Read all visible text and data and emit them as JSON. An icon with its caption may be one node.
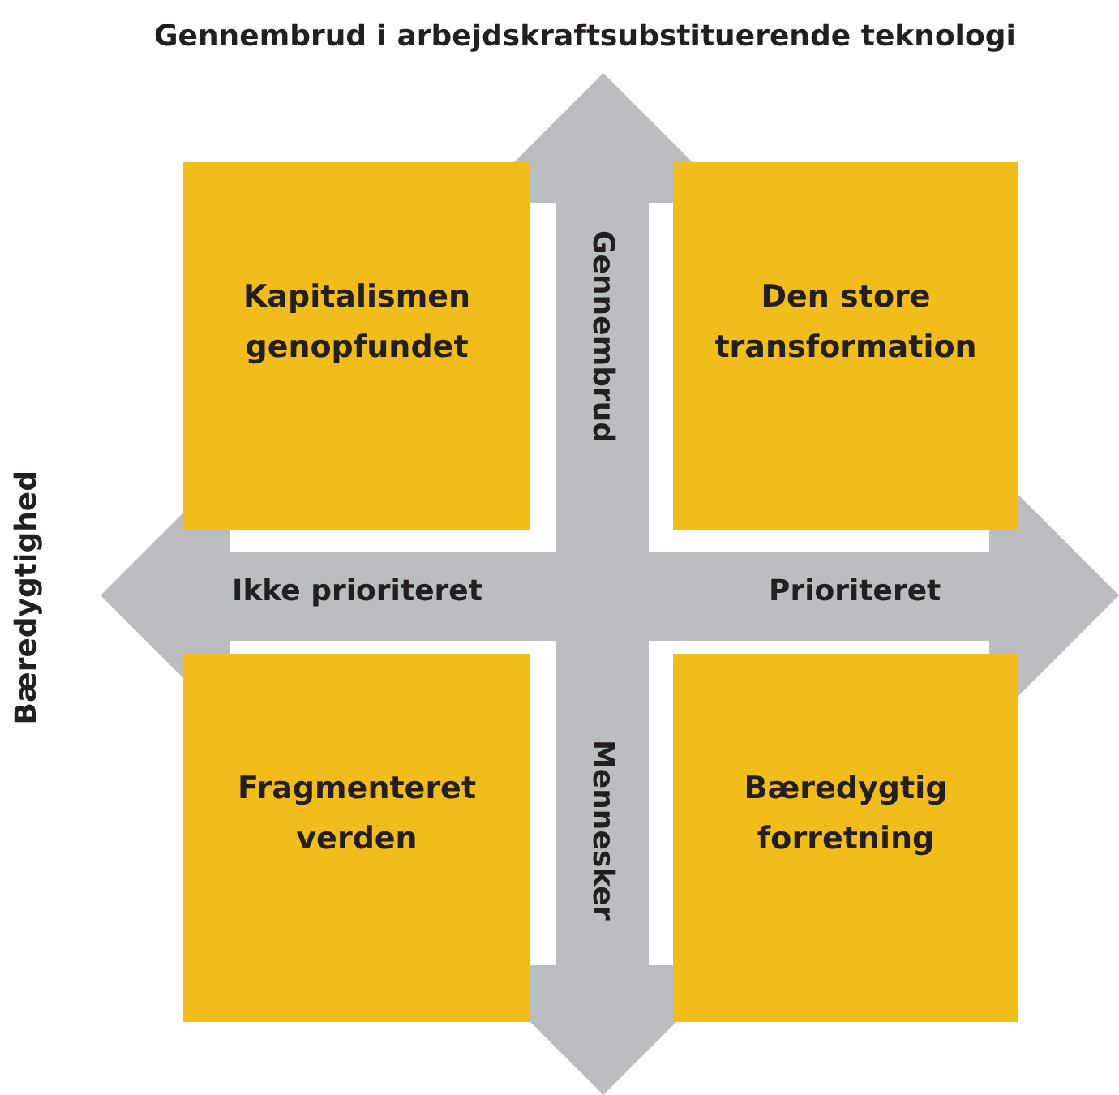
{
  "diagram": {
    "nodes": [
      {
        "text": [
          "Kapitalismen genopfundet"
        ]
      },
      {
        "text": [
          "Den store transformation"
        ]
      },
      {
        "text": [
          "Fragmenteret verden"
        ]
      },
      {
        "text": [
          "Bæredygtig forretning"
        ]
      }
    ],
    "labels": [
      "Gennembrud i arbejdskraftsubstituerende teknologi",
      "Bæredygtighed",
      "Gennembrud",
      "Ikke prioriteret",
      "Prioriteret",
      "Mennesker"
    ]
  }
}
